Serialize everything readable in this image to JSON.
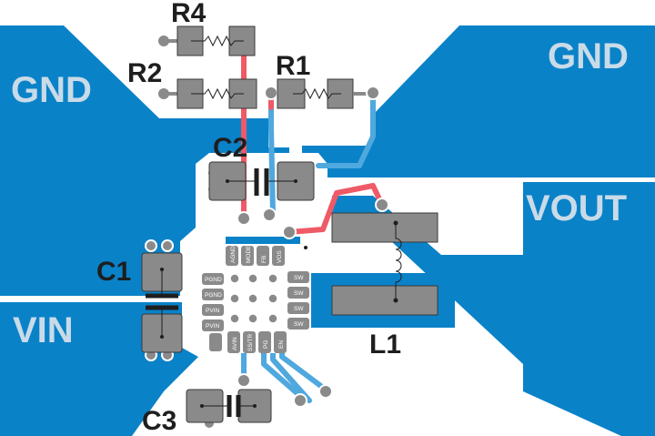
{
  "nets": {
    "gnd_left": "GND",
    "gnd_right": "GND",
    "vout": "VOUT",
    "vin": "VIN"
  },
  "components": {
    "r4": "R4",
    "r2": "R2",
    "r1": "R1",
    "c2": "C2",
    "c1": "C1",
    "l1": "L1",
    "c3": "C3"
  },
  "ic_pins": {
    "top": [
      "AGND",
      "MODE",
      "FB",
      "VOS"
    ],
    "left": [
      "PGND",
      "PGND",
      "PVIN",
      "PVIN"
    ],
    "right": [
      "SW",
      "SW",
      "SW",
      "SW"
    ],
    "bottom": [
      "AVIN",
      "SS/TR",
      "PG",
      "EN"
    ]
  },
  "colors": {
    "copper": "#0a82c8",
    "pad": "#8a8a8a",
    "trace_top": "#ee5a66",
    "trace_bottom": "#4fa8de",
    "label": "#1e1e1e"
  }
}
